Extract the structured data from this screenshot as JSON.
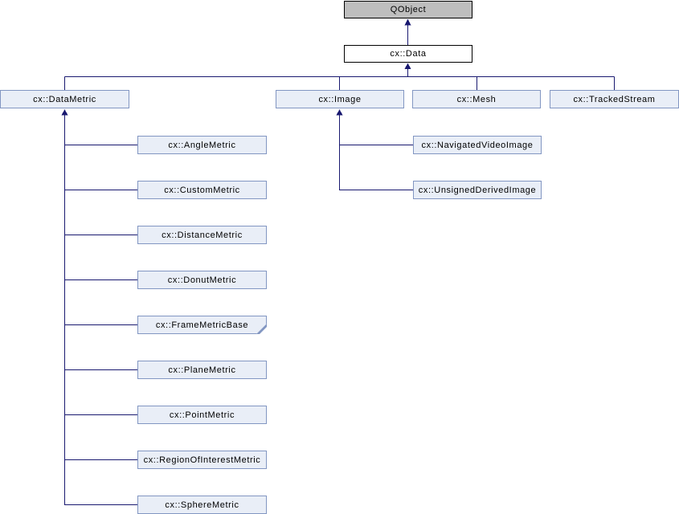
{
  "diagram": {
    "type": "class-inheritance-graph",
    "nodes": {
      "qobject": {
        "label": "QObject"
      },
      "data": {
        "label": "cx::Data"
      },
      "datametric": {
        "label": "cx::DataMetric"
      },
      "image": {
        "label": "cx::Image"
      },
      "mesh": {
        "label": "cx::Mesh"
      },
      "trackedstream": {
        "label": "cx::TrackedStream"
      },
      "anglemetric": {
        "label": "cx::AngleMetric"
      },
      "custommetric": {
        "label": "cx::CustomMetric"
      },
      "distancemetric": {
        "label": "cx::DistanceMetric"
      },
      "donutmetric": {
        "label": "cx::DonutMetric"
      },
      "framemetricbase": {
        "label": "cx::FrameMetricBase",
        "truncated": true
      },
      "planemetric": {
        "label": "cx::PlaneMetric"
      },
      "pointmetric": {
        "label": "cx::PointMetric"
      },
      "regionofinterestmetric": {
        "label": "cx::RegionOfInterestMetric"
      },
      "spheremetric": {
        "label": "cx::SphereMetric"
      },
      "navigatedvideoimage": {
        "label": "cx::NavigatedVideoImage"
      },
      "unsignedderivedimage": {
        "label": "cx::UnsignedDerivedImage"
      }
    },
    "relations": [
      {
        "derived": "cx::Data",
        "base": "QObject"
      },
      {
        "derived": "cx::DataMetric",
        "base": "cx::Data"
      },
      {
        "derived": "cx::Image",
        "base": "cx::Data"
      },
      {
        "derived": "cx::Mesh",
        "base": "cx::Data"
      },
      {
        "derived": "cx::TrackedStream",
        "base": "cx::Data"
      },
      {
        "derived": "cx::AngleMetric",
        "base": "cx::DataMetric"
      },
      {
        "derived": "cx::CustomMetric",
        "base": "cx::DataMetric"
      },
      {
        "derived": "cx::DistanceMetric",
        "base": "cx::DataMetric"
      },
      {
        "derived": "cx::DonutMetric",
        "base": "cx::DataMetric"
      },
      {
        "derived": "cx::FrameMetricBase",
        "base": "cx::DataMetric"
      },
      {
        "derived": "cx::PlaneMetric",
        "base": "cx::DataMetric"
      },
      {
        "derived": "cx::PointMetric",
        "base": "cx::DataMetric"
      },
      {
        "derived": "cx::RegionOfInterestMetric",
        "base": "cx::DataMetric"
      },
      {
        "derived": "cx::SphereMetric",
        "base": "cx::DataMetric"
      },
      {
        "derived": "cx::NavigatedVideoImage",
        "base": "cx::Image"
      },
      {
        "derived": "cx::UnsignedDerivedImage",
        "base": "cx::Image"
      }
    ],
    "colors": {
      "edge": "#191970",
      "node_fill": "#E9EEF7",
      "node_border": "#8296C2",
      "root_fill": "#BEBEBE",
      "root_border": "#000000",
      "current_fill": "#FFFFFF",
      "current_border": "#000000",
      "text": "#000000"
    }
  }
}
